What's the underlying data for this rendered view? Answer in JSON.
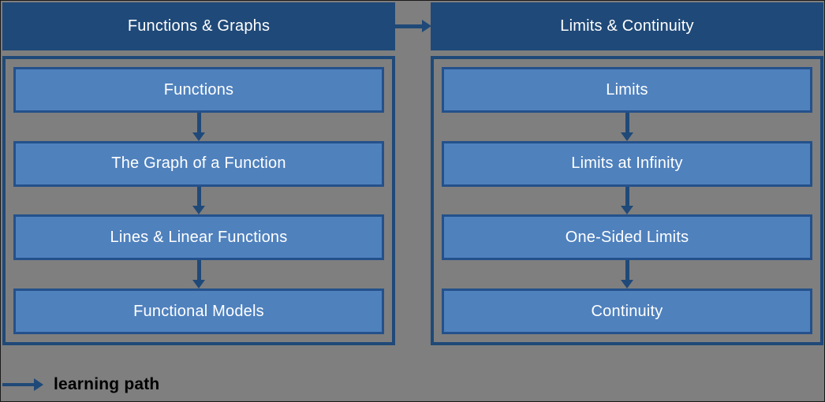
{
  "columns": [
    {
      "title": "Functions & Graphs",
      "items": [
        "Functions",
        "The Graph of a Function",
        "Lines & Linear Functions",
        "Functional Models"
      ]
    },
    {
      "title": "Limits & Continuity",
      "items": [
        "Limits",
        "Limits at Infinity",
        "One-Sided Limits",
        "Continuity"
      ]
    }
  ],
  "legend": {
    "label": "learning path"
  },
  "colors": {
    "background": "#7F7F7F",
    "header_bg": "#1F4978",
    "header_text": "#FFFFFF",
    "box_fill": "#4F81BD",
    "box_border": "#24518B",
    "box_text": "#FFFFFF",
    "outline": "#1F4978",
    "arrow": "#1F4978",
    "legend_text": "#000000"
  }
}
